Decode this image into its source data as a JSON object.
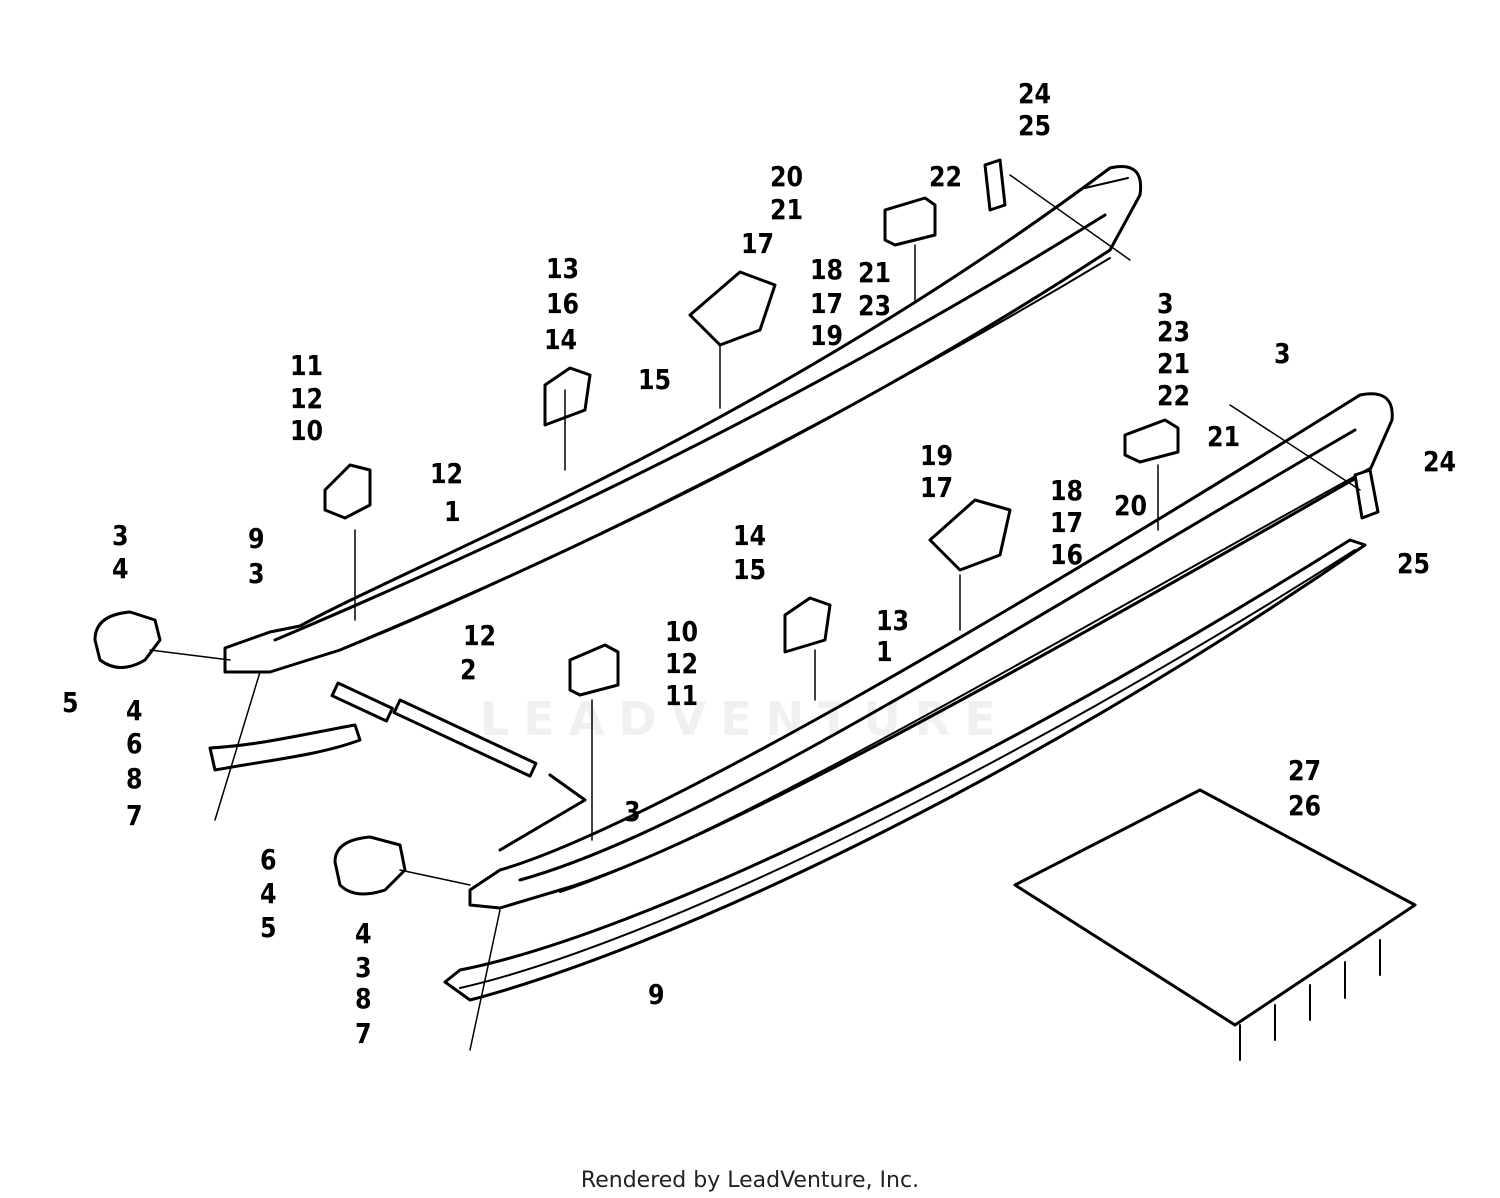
{
  "diagram": {
    "callouts": [
      "24",
      "25",
      "20",
      "22",
      "21",
      "17",
      "18",
      "13",
      "16",
      "21",
      "23",
      "17",
      "19",
      "3",
      "14",
      "15",
      "11",
      "12",
      "10",
      "12",
      "1",
      "23",
      "21",
      "22",
      "3",
      "21",
      "24",
      "20",
      "19",
      "17",
      "18",
      "17",
      "16",
      "25",
      "14",
      "15",
      "13",
      "1",
      "9",
      "3",
      "3",
      "4",
      "5",
      "4",
      "6",
      "12",
      "10",
      "12",
      "11",
      "2",
      "8",
      "7",
      "3",
      "6",
      "4",
      "5",
      "4",
      "3",
      "9",
      "8",
      "7",
      "27",
      "26"
    ]
  },
  "watermark": {
    "text": "LEADVENTURE"
  },
  "footer": {
    "text": "Rendered by LeadVenture, Inc."
  }
}
